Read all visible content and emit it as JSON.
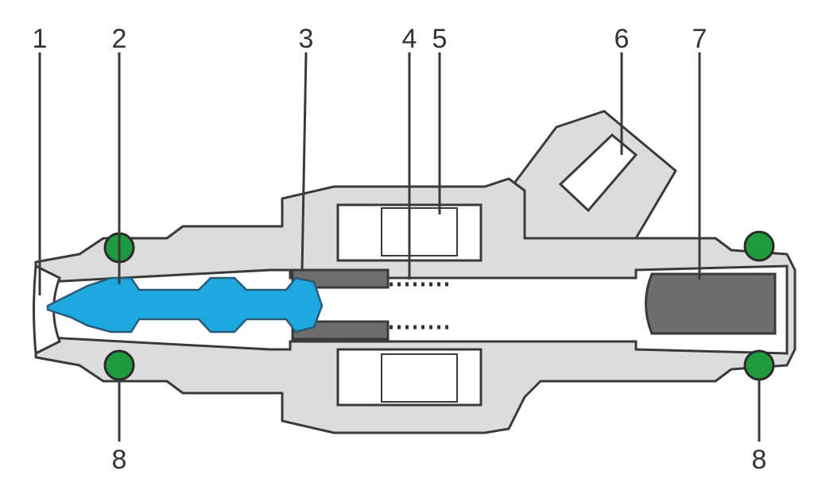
{
  "diagram": {
    "labels": {
      "l1": "1",
      "l2": "2",
      "l3": "3",
      "l4": "4",
      "l5": "5",
      "l6": "6",
      "l7": "7",
      "l8a": "8",
      "l8b": "8"
    },
    "colors": {
      "needle": "#1ea8e0",
      "o_ring": "#1f9a3c",
      "housing": "#dcdcdc",
      "filter": "#6e6e6e"
    }
  }
}
